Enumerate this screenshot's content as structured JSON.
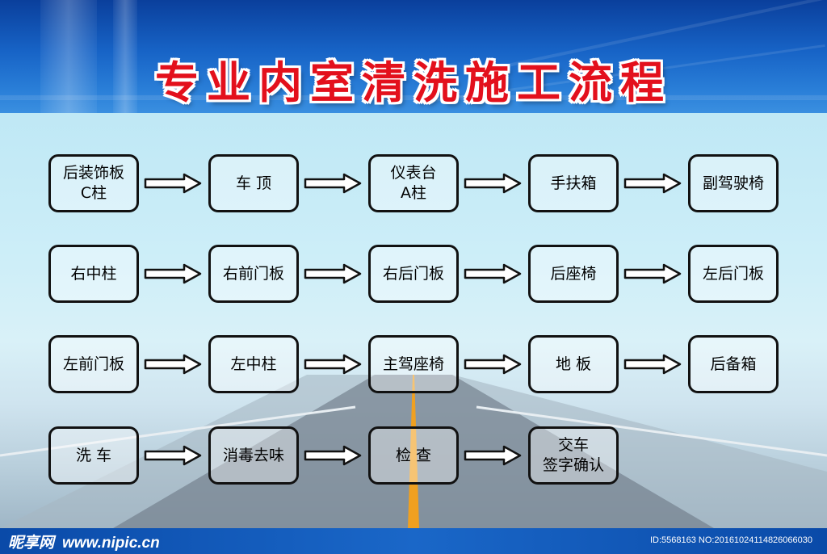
{
  "title": "专业内室清洗施工流程",
  "rows": [
    [
      "后装饰板\nC柱",
      "车  顶",
      "仪表台\nA柱",
      "手扶箱",
      "副驾驶椅"
    ],
    [
      "右中柱",
      "右前门板",
      "右后门板",
      "后座椅",
      "左后门板"
    ],
    [
      "左前门板",
      "左中柱",
      "主驾座椅",
      "地  板",
      "后备箱"
    ],
    [
      "洗  车",
      "消毒去味",
      "检  查",
      "交车\n签字确认"
    ]
  ],
  "footer": {
    "logo": "昵享网",
    "site": "www.nipic.cn",
    "id_text": "ID:5568163 NO:20161024114826066030"
  },
  "colors": {
    "title": "#e3101c",
    "banner": "#1763c6",
    "border": "#111111"
  }
}
